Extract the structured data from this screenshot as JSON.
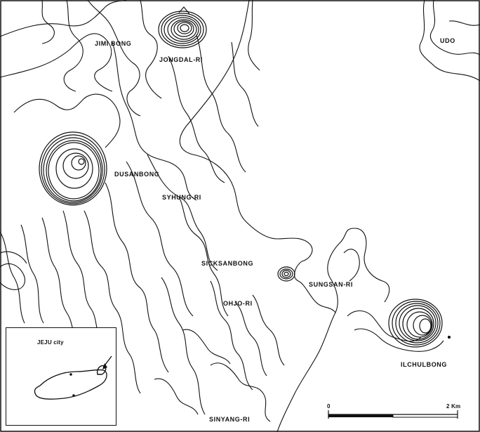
{
  "map": {
    "places": {
      "jimi_bong": "JIMI BONG",
      "jongdal_ri": "JONGDAL-RI",
      "udo": "UDO",
      "dusanbong": "DUSANBONG",
      "syhung_ri": "SYHUNG-RI",
      "sicksanbong": "SICKSANBONG",
      "sungsan_ri": "SUNGSAN-RI",
      "ohjo_ri": "OHJO-RI",
      "ilchulbong": "ILCHULBONG",
      "sinyang_ri": "SINYANG-RI"
    },
    "inset": {
      "city_label": "JEJU city"
    },
    "scale": {
      "start_label": "0",
      "end_label": "2 Km"
    },
    "colors": {
      "ink": "#111111",
      "background": "#ffffff"
    }
  }
}
